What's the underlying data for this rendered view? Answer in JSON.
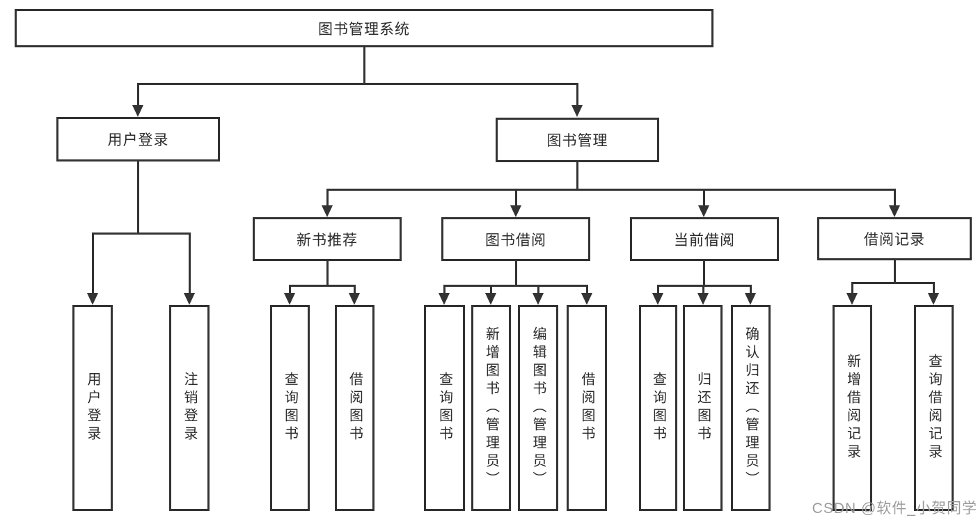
{
  "nodes": {
    "root": "图书管理系统",
    "user_login": "用户登录",
    "book_mgmt": "图书管理",
    "new_book_rec": "新书推荐",
    "book_borrow": "图书借阅",
    "current_borrow": "当前借阅",
    "borrow_record": "借阅记录",
    "leaf_user_login": "用户登录",
    "leaf_logout": "注销登录",
    "leaf_query_book_new": "查询图书",
    "leaf_borrow_book_new": "借阅图书",
    "leaf_query_book_borrow": "查询图书",
    "leaf_add_book_admin": "新增图书（管理员）",
    "leaf_edit_book_admin": "编辑图书（管理员）",
    "leaf_borrow_book": "借阅图书",
    "leaf_query_book_current": "查询图书",
    "leaf_return_book": "归还图书",
    "leaf_confirm_return_admin": "确认归还（管理员）",
    "leaf_add_borrow_record": "新增借阅记录",
    "leaf_query_borrow_record": "查询借阅记录"
  },
  "watermark": "CSDN @软件_小贺同学",
  "colors": {
    "line": "#333333",
    "background": "#ffffff",
    "watermark": "#9c9c9c"
  }
}
